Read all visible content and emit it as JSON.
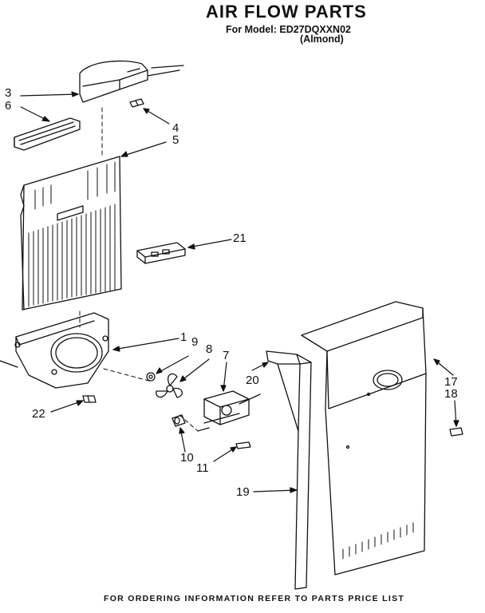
{
  "header": {
    "title": "AIR FLOW PARTS",
    "model_line": "For Model: ED27DQXXN02",
    "variant": "(Almond)"
  },
  "callouts": [
    "3",
    "6",
    "4",
    "5",
    "21",
    "1",
    "9",
    "8",
    "7",
    "20",
    "17",
    "18",
    "22",
    "10",
    "11",
    "19"
  ],
  "footer": "FOR ORDERING INFORMATION REFER TO PARTS PRICE LIST"
}
